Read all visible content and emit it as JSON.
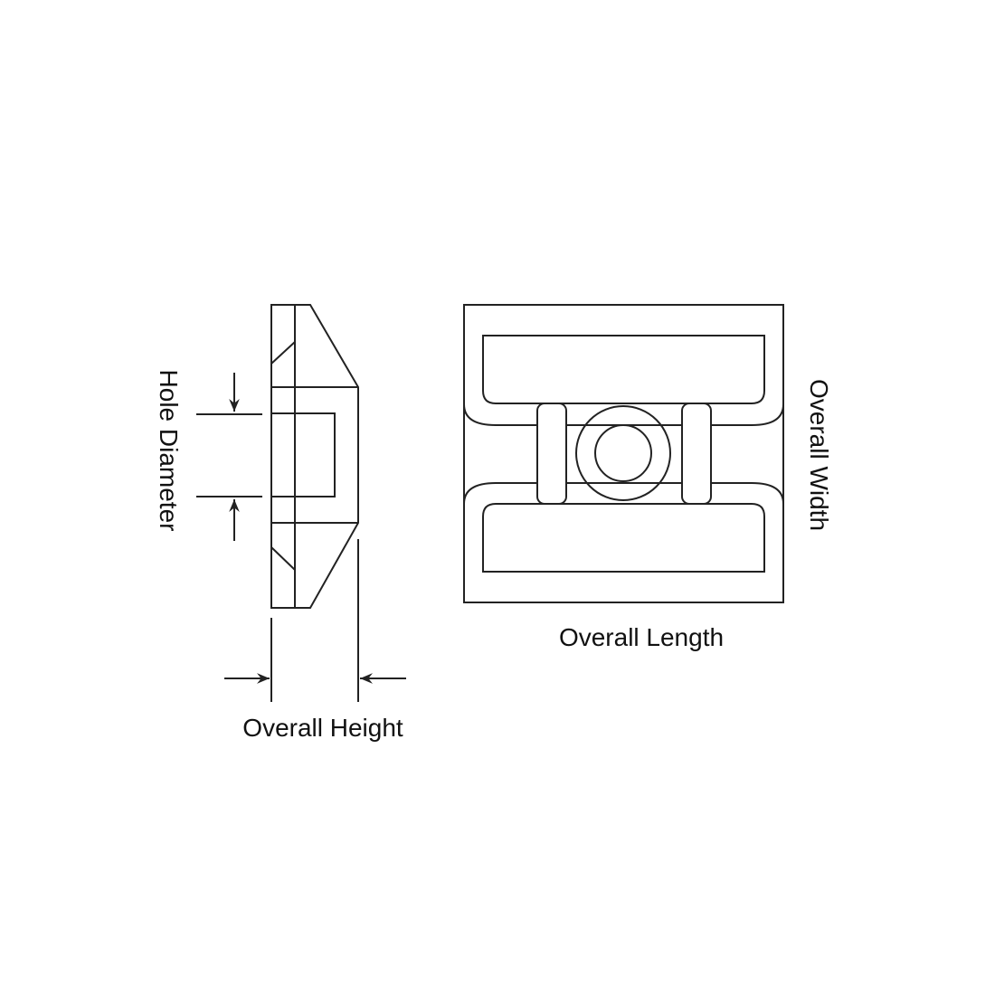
{
  "labels": {
    "hole_diameter": "Hole Diameter",
    "overall_width": "Overall Width",
    "overall_length": "Overall Length",
    "overall_height": "Overall Height"
  },
  "colors": {
    "line": "#222222",
    "background": "#ffffff"
  }
}
